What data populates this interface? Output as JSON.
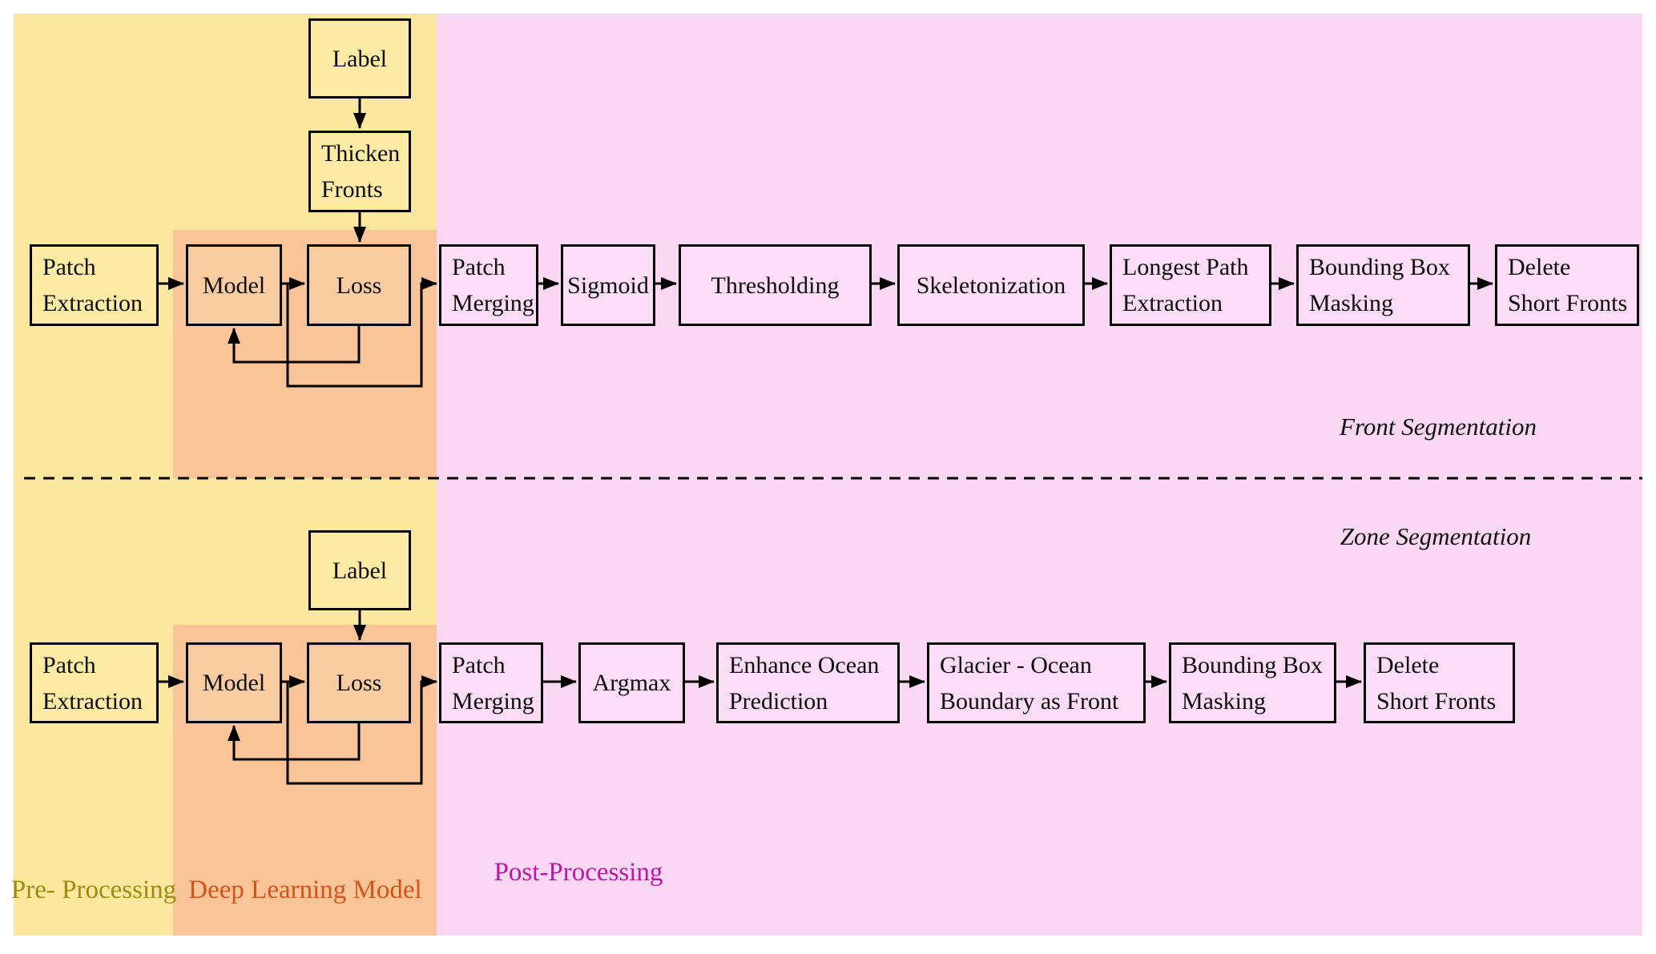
{
  "colors": {
    "pre_bg": "#fbe79e",
    "dl_bg": "#f8c498",
    "post_bg": "#fad7f3",
    "pre_box": "#fdeaa4",
    "dl_box": "#f9cba1",
    "post_box": "#fcdcf6",
    "pre_label_text": "#9c8c10",
    "dl_label_text": "#d2551c",
    "post_label_text": "#bc18a4",
    "line": "#000000"
  },
  "section_labels": {
    "front": "Front Segmentation",
    "zone": "Zone Segmentation"
  },
  "zone_labels": {
    "pre": {
      "lines": [
        "Pre-",
        "Processing"
      ]
    },
    "dl": {
      "lines": [
        "Deep Learning",
        "Model"
      ]
    },
    "post": {
      "lines": [
        "Post-Processing"
      ]
    }
  },
  "boxes": {
    "label_top": {
      "lines": [
        "Label"
      ]
    },
    "thicken_fronts": {
      "lines": [
        "Thicken",
        "Fronts"
      ]
    },
    "patch_extraction_top": {
      "lines": [
        "Patch",
        "Extraction"
      ]
    },
    "model_top": {
      "lines": [
        "Model"
      ]
    },
    "loss_top": {
      "lines": [
        "Loss"
      ]
    },
    "patch_merging_top": {
      "lines": [
        "Patch",
        "Merging"
      ]
    },
    "sigmoid": {
      "lines": [
        "Sigmoid"
      ]
    },
    "thresholding": {
      "lines": [
        "Thresholding"
      ]
    },
    "skeletonization": {
      "lines": [
        "Skeletonization"
      ]
    },
    "longest_path": {
      "lines": [
        "Longest Path",
        "Extraction"
      ]
    },
    "bounding_box_top": {
      "lines": [
        "Bounding Box",
        "Masking"
      ]
    },
    "delete_short_top": {
      "lines": [
        "Delete",
        "Short Fronts"
      ]
    },
    "label_bottom": {
      "lines": [
        "Label"
      ]
    },
    "patch_extraction_bottom": {
      "lines": [
        "Patch",
        "Extraction"
      ]
    },
    "model_bottom": {
      "lines": [
        "Model"
      ]
    },
    "loss_bottom": {
      "lines": [
        "Loss"
      ]
    },
    "patch_merging_bottom": {
      "lines": [
        "Patch",
        "Merging"
      ]
    },
    "argmax": {
      "lines": [
        "Argmax"
      ]
    },
    "enhance_ocean": {
      "lines": [
        "Enhance Ocean",
        "Prediction"
      ]
    },
    "glacier_ocean": {
      "lines": [
        "Glacier - Ocean",
        "Boundary as Front"
      ]
    },
    "bounding_box_bottom": {
      "lines": [
        "Bounding Box",
        "Masking"
      ]
    },
    "delete_short_bottom": {
      "lines": [
        "Delete",
        "Short Fronts"
      ]
    }
  }
}
